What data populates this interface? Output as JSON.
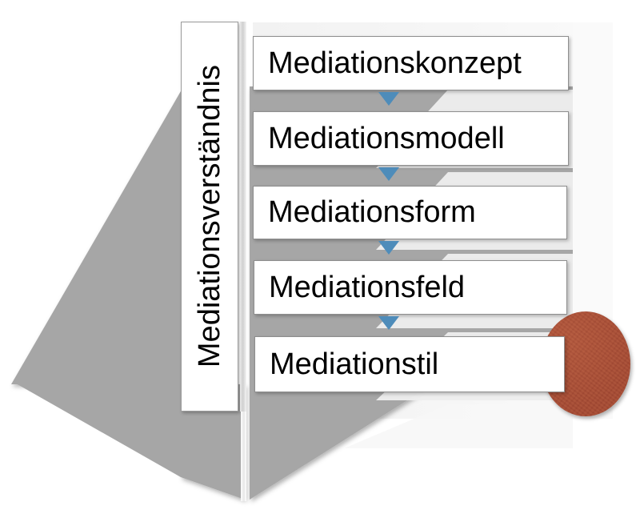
{
  "diagram": {
    "title": "Mediationsverständnis",
    "type": "funnel-hierarchy",
    "side_label": {
      "text": "Mediationsverständnis",
      "orientation": "vertical-bottom-to-top"
    },
    "levels": [
      {
        "label": "Mediationskonzept",
        "order": 1
      },
      {
        "label": "Mediationsmodell",
        "order": 2
      },
      {
        "label": "Mediationsform",
        "order": 3
      },
      {
        "label": "Mediationsfeld",
        "order": 4
      },
      {
        "label": "Mediationstil",
        "order": 5
      }
    ],
    "connectors": {
      "icon": "triangle-down-arrow-icon",
      "count": 4,
      "color": "#4e8cba"
    },
    "shapes": {
      "funnel": {
        "name": "gray-funnel",
        "color": "#a6a6a6"
      },
      "accent_circle": {
        "name": "red-circle",
        "color": "#a85038"
      },
      "panel": {
        "name": "light-panel",
        "color": "#f4f4f4"
      }
    },
    "colors": {
      "arrow_blue": "#4e8cba",
      "funnel_gray": "#a6a6a6",
      "circle_red": "#a85038",
      "box_border": "#8e8e8e",
      "box_fill": "#ffffff",
      "text": "#000000"
    }
  }
}
